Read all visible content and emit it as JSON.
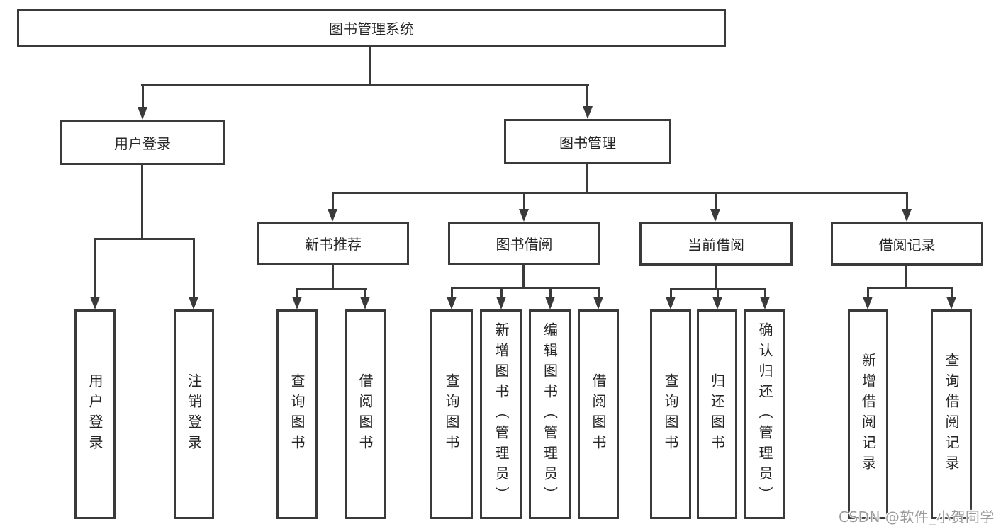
{
  "colors": {
    "line": "#3a3a3a",
    "background": "#ffffff",
    "text": "#262626",
    "watermark": "#9b9b9b"
  },
  "tree": {
    "root": {
      "label": "图书管理系统"
    },
    "branches": [
      {
        "label": "用户登录",
        "children": [
          {
            "label": "用户登录"
          },
          {
            "label": "注销登录"
          }
        ]
      },
      {
        "label": "图书管理",
        "children": [
          {
            "label": "新书推荐",
            "children": [
              {
                "label": "查询图书"
              },
              {
                "label": "借阅图书"
              }
            ]
          },
          {
            "label": "图书借阅",
            "children": [
              {
                "label": "查询图书"
              },
              {
                "label": "新增图书（管理员）"
              },
              {
                "label": "编辑图书（管理员）"
              },
              {
                "label": "借阅图书"
              }
            ]
          },
          {
            "label": "当前借阅",
            "children": [
              {
                "label": "查询图书"
              },
              {
                "label": "归还图书"
              },
              {
                "label": "确认归还（管理员）"
              }
            ]
          },
          {
            "label": "借阅记录",
            "children": [
              {
                "label": "新增借阅记录"
              },
              {
                "label": "查询借阅记录"
              }
            ]
          }
        ]
      }
    ]
  },
  "watermark": {
    "text": "CSDN @软件_小贺同学"
  }
}
